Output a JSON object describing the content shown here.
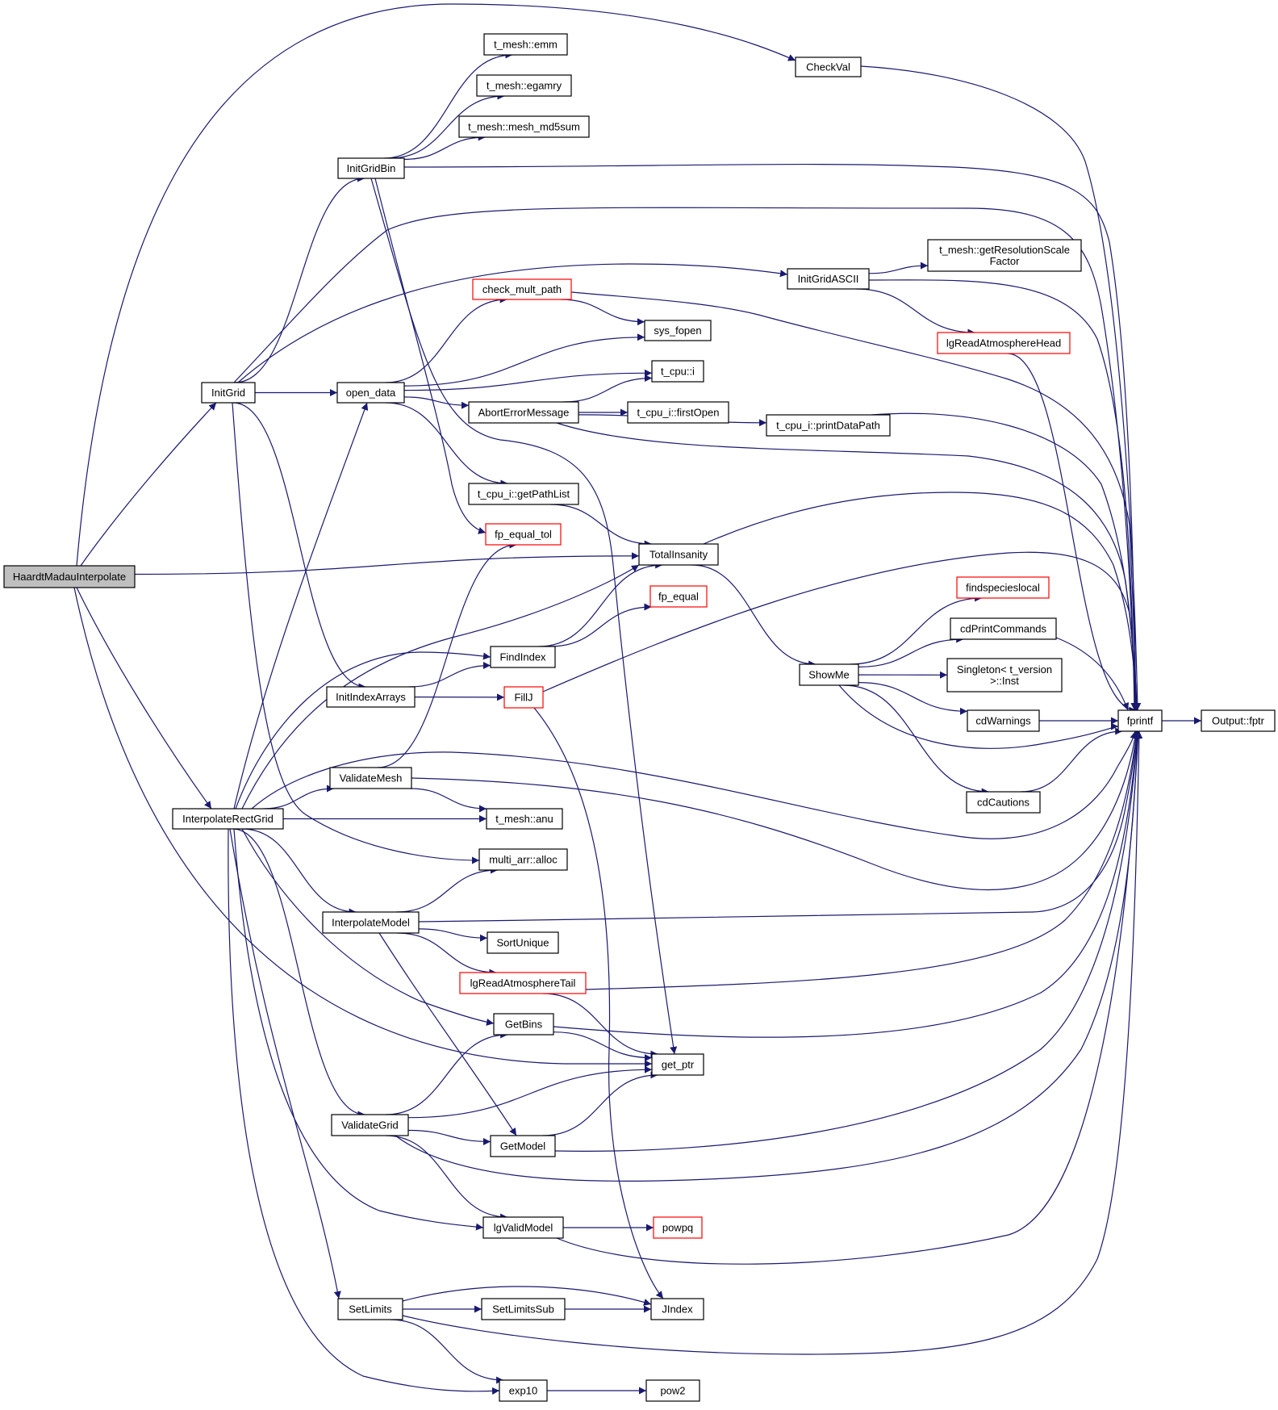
{
  "colors": {
    "edge": "#191970",
    "node_border": "#000000",
    "node_border_truncated": "#ff0000",
    "root_fill": "#bfbfbf",
    "node_fill": "#ffffff"
  },
  "nodes": [
    {
      "id": "root",
      "label": [
        "HaardtMadauInterpolate"
      ],
      "kind": "root"
    },
    {
      "id": "checkval",
      "label": [
        "CheckVal"
      ],
      "kind": "normal"
    },
    {
      "id": "emm",
      "label": [
        "t_mesh::emm"
      ],
      "kind": "normal"
    },
    {
      "id": "egamry",
      "label": [
        "t_mesh::egamry"
      ],
      "kind": "normal"
    },
    {
      "id": "md5",
      "label": [
        "t_mesh::mesh_md5sum"
      ],
      "kind": "normal"
    },
    {
      "id": "initgridbin",
      "label": [
        "InitGridBin"
      ],
      "kind": "normal"
    },
    {
      "id": "getres",
      "label": [
        "t_mesh::getResolutionScale",
        "Factor"
      ],
      "kind": "normal"
    },
    {
      "id": "initgridascii",
      "label": [
        "InitGridASCII"
      ],
      "kind": "normal"
    },
    {
      "id": "checkmult",
      "label": [
        "check_mult_path"
      ],
      "kind": "truncated"
    },
    {
      "id": "sysfopen",
      "label": [
        "sys_fopen"
      ],
      "kind": "normal"
    },
    {
      "id": "lgreadhead",
      "label": [
        "lgReadAtmosphereHead"
      ],
      "kind": "truncated"
    },
    {
      "id": "cpui",
      "label": [
        "t_cpu::i"
      ],
      "kind": "normal"
    },
    {
      "id": "initgrid",
      "label": [
        "InitGrid"
      ],
      "kind": "normal"
    },
    {
      "id": "opendata",
      "label": [
        "open_data"
      ],
      "kind": "normal"
    },
    {
      "id": "abort",
      "label": [
        "AbortErrorMessage"
      ],
      "kind": "normal"
    },
    {
      "id": "firstopen",
      "label": [
        "t_cpu_i::firstOpen"
      ],
      "kind": "normal"
    },
    {
      "id": "printdp",
      "label": [
        "t_cpu_i::printDataPath"
      ],
      "kind": "normal"
    },
    {
      "id": "getpathlist",
      "label": [
        "t_cpu_i::getPathList"
      ],
      "kind": "normal"
    },
    {
      "id": "fpequaltol",
      "label": [
        "fp_equal_tol"
      ],
      "kind": "truncated"
    },
    {
      "id": "totalins",
      "label": [
        "TotalInsanity"
      ],
      "kind": "normal"
    },
    {
      "id": "findspecies",
      "label": [
        "findspecieslocal"
      ],
      "kind": "truncated"
    },
    {
      "id": "fpequal",
      "label": [
        "fp_equal"
      ],
      "kind": "truncated"
    },
    {
      "id": "cdprintcmd",
      "label": [
        "cdPrintCommands"
      ],
      "kind": "normal"
    },
    {
      "id": "findindex",
      "label": [
        "FindIndex"
      ],
      "kind": "normal"
    },
    {
      "id": "showme",
      "label": [
        "ShowMe"
      ],
      "kind": "normal"
    },
    {
      "id": "singleton",
      "label": [
        "Singleton< t_version",
        ">::Inst"
      ],
      "kind": "normal"
    },
    {
      "id": "initindex",
      "label": [
        "InitIndexArrays"
      ],
      "kind": "normal"
    },
    {
      "id": "fillj",
      "label": [
        "FillJ"
      ],
      "kind": "truncated"
    },
    {
      "id": "cdwarnings",
      "label": [
        "cdWarnings"
      ],
      "kind": "normal"
    },
    {
      "id": "fprintf",
      "label": [
        "fprintf"
      ],
      "kind": "normal"
    },
    {
      "id": "fptr",
      "label": [
        "Output::fptr"
      ],
      "kind": "normal"
    },
    {
      "id": "validatemesh",
      "label": [
        "ValidateMesh"
      ],
      "kind": "normal"
    },
    {
      "id": "cdcautions",
      "label": [
        "cdCautions"
      ],
      "kind": "normal"
    },
    {
      "id": "interprect",
      "label": [
        "InterpolateRectGrid"
      ],
      "kind": "normal"
    },
    {
      "id": "anu",
      "label": [
        "t_mesh::anu"
      ],
      "kind": "normal"
    },
    {
      "id": "alloc",
      "label": [
        "multi_arr::alloc"
      ],
      "kind": "normal"
    },
    {
      "id": "interpmodel",
      "label": [
        "InterpolateModel"
      ],
      "kind": "normal"
    },
    {
      "id": "sortunique",
      "label": [
        "SortUnique"
      ],
      "kind": "normal"
    },
    {
      "id": "lgreadtail",
      "label": [
        "lgReadAtmosphereTail"
      ],
      "kind": "truncated"
    },
    {
      "id": "getbins",
      "label": [
        "GetBins"
      ],
      "kind": "normal"
    },
    {
      "id": "getptr",
      "label": [
        "get_ptr"
      ],
      "kind": "normal"
    },
    {
      "id": "validategrid",
      "label": [
        "ValidateGrid"
      ],
      "kind": "normal"
    },
    {
      "id": "getmodel",
      "label": [
        "GetModel"
      ],
      "kind": "normal"
    },
    {
      "id": "lgvalid",
      "label": [
        "lgValidModel"
      ],
      "kind": "normal"
    },
    {
      "id": "powpq",
      "label": [
        "powpq"
      ],
      "kind": "truncated"
    },
    {
      "id": "setlimits",
      "label": [
        "SetLimits"
      ],
      "kind": "normal"
    },
    {
      "id": "setlimitssub",
      "label": [
        "SetLimitsSub"
      ],
      "kind": "normal"
    },
    {
      "id": "jindex",
      "label": [
        "JIndex"
      ],
      "kind": "normal"
    },
    {
      "id": "exp10",
      "label": [
        "exp10"
      ],
      "kind": "normal"
    },
    {
      "id": "pow2",
      "label": [
        "pow2"
      ],
      "kind": "normal"
    }
  ],
  "edges": [
    {
      "from": "root",
      "to": "checkval"
    },
    {
      "from": "root",
      "to": "initgrid"
    },
    {
      "from": "root",
      "to": "totalins"
    },
    {
      "from": "root",
      "to": "interprect"
    },
    {
      "from": "root",
      "to": "getptr"
    },
    {
      "from": "checkval",
      "to": "fprintf"
    },
    {
      "from": "initgrid",
      "to": "initgridbin"
    },
    {
      "from": "initgrid",
      "to": "fprintf"
    },
    {
      "from": "initgrid",
      "to": "initgridascii"
    },
    {
      "from": "initgrid",
      "to": "opendata"
    },
    {
      "from": "initgrid",
      "to": "initindex"
    },
    {
      "from": "initgrid",
      "to": "alloc"
    },
    {
      "from": "initgridbin",
      "to": "emm"
    },
    {
      "from": "initgridbin",
      "to": "egamry"
    },
    {
      "from": "initgridbin",
      "to": "md5"
    },
    {
      "from": "initgridbin",
      "to": "fprintf"
    },
    {
      "from": "initgridbin",
      "to": "fpequaltol"
    },
    {
      "from": "initgridbin",
      "to": "getptr"
    },
    {
      "from": "initgridascii",
      "to": "getres"
    },
    {
      "from": "initgridascii",
      "to": "fprintf"
    },
    {
      "from": "initgridascii",
      "to": "lgreadhead"
    },
    {
      "from": "lgreadhead",
      "to": "fprintf"
    },
    {
      "from": "opendata",
      "to": "checkmult"
    },
    {
      "from": "opendata",
      "to": "sysfopen"
    },
    {
      "from": "opendata",
      "to": "cpui"
    },
    {
      "from": "opendata",
      "to": "abort"
    },
    {
      "from": "opendata",
      "to": "getpathlist"
    },
    {
      "from": "checkmult",
      "to": "sysfopen"
    },
    {
      "from": "checkmult",
      "to": "fprintf"
    },
    {
      "from": "abort",
      "to": "cpui"
    },
    {
      "from": "abort",
      "to": "firstopen"
    },
    {
      "from": "abort",
      "to": "printdp"
    },
    {
      "from": "abort",
      "to": "fprintf"
    },
    {
      "from": "printdp",
      "to": "fprintf"
    },
    {
      "from": "getpathlist",
      "to": "totalins"
    },
    {
      "from": "totalins",
      "to": "fprintf"
    },
    {
      "from": "totalins",
      "to": "showme"
    },
    {
      "from": "showme",
      "to": "findspecies"
    },
    {
      "from": "showme",
      "to": "cdprintcmd"
    },
    {
      "from": "showme",
      "to": "singleton"
    },
    {
      "from": "showme",
      "to": "cdwarnings"
    },
    {
      "from": "showme",
      "to": "fprintf"
    },
    {
      "from": "showme",
      "to": "cdcautions"
    },
    {
      "from": "cdprintcmd",
      "to": "fprintf"
    },
    {
      "from": "cdwarnings",
      "to": "fprintf"
    },
    {
      "from": "cdcautions",
      "to": "fprintf"
    },
    {
      "from": "fprintf",
      "to": "fptr"
    },
    {
      "from": "initindex",
      "to": "findindex"
    },
    {
      "from": "initindex",
      "to": "fillj"
    },
    {
      "from": "findindex",
      "to": "totalins"
    },
    {
      "from": "findindex",
      "to": "fpequal"
    },
    {
      "from": "fillj",
      "to": "fprintf"
    },
    {
      "from": "fillj",
      "to": "jindex"
    },
    {
      "from": "interprect",
      "to": "opendata"
    },
    {
      "from": "interprect",
      "to": "totalins"
    },
    {
      "from": "interprect",
      "to": "findindex"
    },
    {
      "from": "interprect",
      "to": "fprintf"
    },
    {
      "from": "interprect",
      "to": "validatemesh"
    },
    {
      "from": "interprect",
      "to": "anu"
    },
    {
      "from": "interprect",
      "to": "interpmodel"
    },
    {
      "from": "interprect",
      "to": "getbins"
    },
    {
      "from": "interprect",
      "to": "validategrid"
    },
    {
      "from": "interprect",
      "to": "lgvalid"
    },
    {
      "from": "interprect",
      "to": "setlimits"
    },
    {
      "from": "interprect",
      "to": "exp10"
    },
    {
      "from": "validatemesh",
      "to": "fpequaltol"
    },
    {
      "from": "validatemesh",
      "to": "anu"
    },
    {
      "from": "validatemesh",
      "to": "fprintf"
    },
    {
      "from": "interpmodel",
      "to": "alloc"
    },
    {
      "from": "interpmodel",
      "to": "fprintf"
    },
    {
      "from": "interpmodel",
      "to": "sortunique"
    },
    {
      "from": "interpmodel",
      "to": "lgreadtail"
    },
    {
      "from": "interpmodel",
      "to": "getmodel"
    },
    {
      "from": "lgreadtail",
      "to": "fprintf"
    },
    {
      "from": "lgreadtail",
      "to": "getptr"
    },
    {
      "from": "getbins",
      "to": "fprintf"
    },
    {
      "from": "getbins",
      "to": "getptr"
    },
    {
      "from": "validategrid",
      "to": "getbins"
    },
    {
      "from": "validategrid",
      "to": "getptr"
    },
    {
      "from": "validategrid",
      "to": "getmodel"
    },
    {
      "from": "validategrid",
      "to": "fprintf"
    },
    {
      "from": "validategrid",
      "to": "lgvalid"
    },
    {
      "from": "getmodel",
      "to": "getptr"
    },
    {
      "from": "getmodel",
      "to": "fprintf"
    },
    {
      "from": "lgvalid",
      "to": "powpq"
    },
    {
      "from": "lgvalid",
      "to": "fprintf"
    },
    {
      "from": "setlimits",
      "to": "jindex"
    },
    {
      "from": "setlimits",
      "to": "setlimitssub"
    },
    {
      "from": "setlimits",
      "to": "fprintf"
    },
    {
      "from": "setlimits",
      "to": "exp10"
    },
    {
      "from": "setlimitssub",
      "to": "jindex"
    },
    {
      "from": "exp10",
      "to": "pow2"
    }
  ]
}
